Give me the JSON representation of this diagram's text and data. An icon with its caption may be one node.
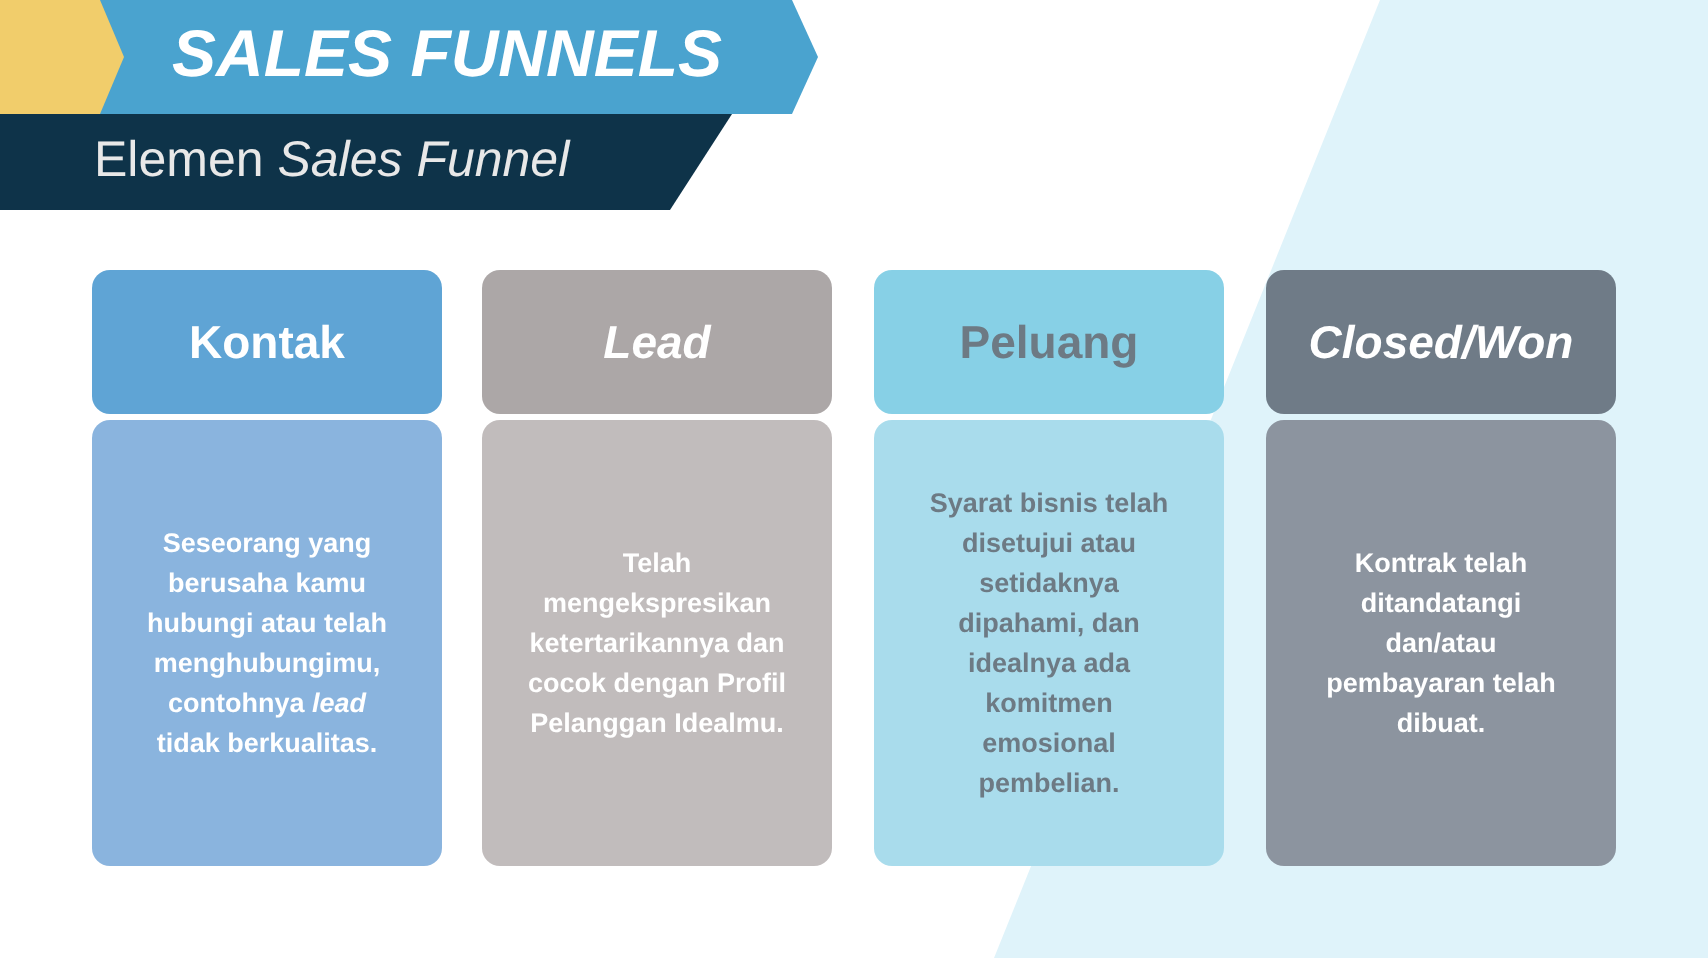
{
  "diagram": {
    "title": "SALES FUNNELS",
    "nodes": [
      {
        "text": [
          "Kontak"
        ]
      },
      {
        "text": [
          "Seseorang yang berusaha kamu hubungi atau telah menghubungimu, contohnya *lead* tidak berkualitas."
        ]
      },
      {
        "text": [
          "Lead"
        ]
      },
      {
        "text": [
          "Telah mengekspresikan ketertarikannya dan cocok dengan Profil Pelanggan Idealmu."
        ]
      },
      {
        "text": [
          "Peluang"
        ]
      },
      {
        "text": [
          "Syarat bisnis telah disetujui atau setidaknya dipahami, dan idealnya ada komitmen emosional pembelian."
        ]
      },
      {
        "text": [
          "Closed/Won"
        ]
      },
      {
        "text": [
          "Kontrak telah ditandatangi dan/atau pembayaran telah dibuat."
        ]
      }
    ],
    "edges": [],
    "labels": [
      "Elemen *Sales Funnel*"
    ]
  }
}
